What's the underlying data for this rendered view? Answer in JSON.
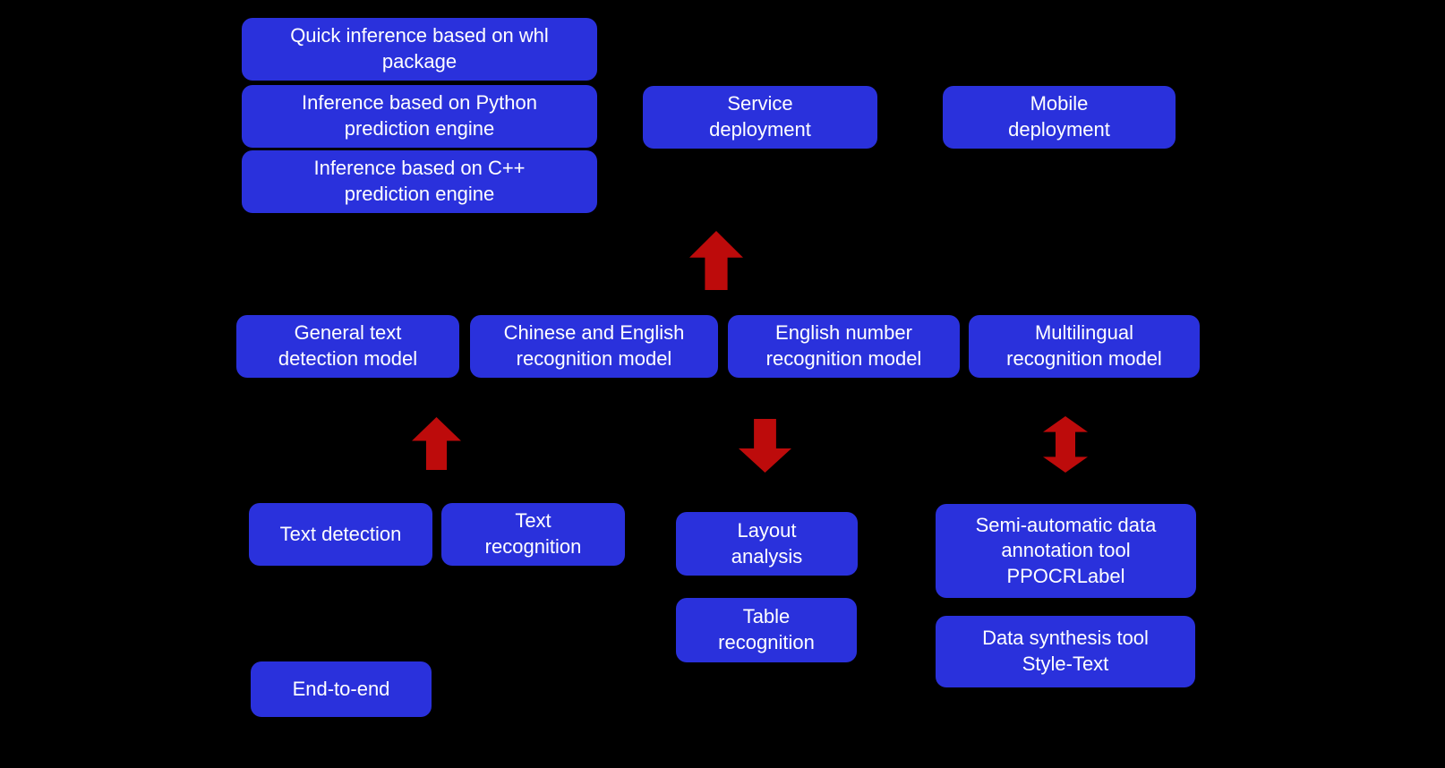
{
  "colors": {
    "background": "#000000",
    "box": "#2A31DC",
    "arrow": "#BD0B0B",
    "text": "#FFFFFF"
  },
  "boxes": {
    "quick_whl": "Quick inference based on whl\npackage",
    "python_engine": "Inference based on Python\nprediction engine",
    "cpp_engine": "Inference based on C++\nprediction engine",
    "service_deployment": "Service\ndeployment",
    "mobile_deployment": "Mobile\ndeployment",
    "general_text_detection": "General text\ndetection model",
    "chinese_english_recognition": "Chinese and English\nrecognition model",
    "english_number_recognition": "English number\nrecognition model",
    "multilingual_recognition": "Multilingual\nrecognition model",
    "text_detection": "Text detection",
    "text_recognition": "Text\nrecognition",
    "layout_analysis": "Layout\nanalysis",
    "table_recognition": "Table\nrecognition",
    "ppocrlabel": "Semi-automatic data\nannotation tool\nPPOCRLabel",
    "style_text": "Data synthesis tool\nStyle-Text",
    "end_to_end": "End-to-end"
  },
  "icons": [
    {
      "name": "arrow-up-deployment-icon",
      "direction": "up"
    },
    {
      "name": "arrow-up-detection-icon",
      "direction": "up"
    },
    {
      "name": "arrow-down-structure-icon",
      "direction": "down"
    },
    {
      "name": "arrow-updown-data-tools-icon",
      "direction": "up-down"
    }
  ]
}
